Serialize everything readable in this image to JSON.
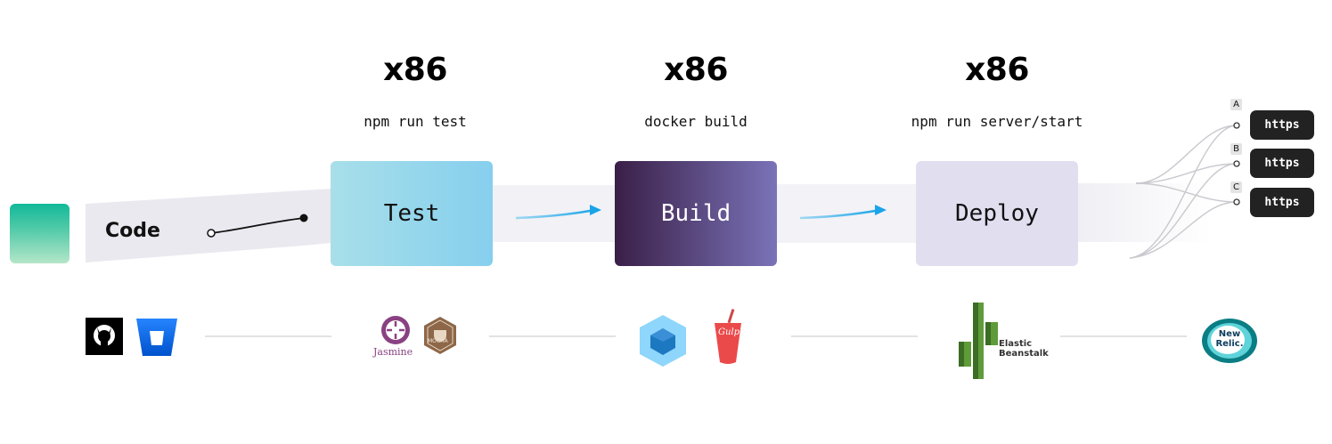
{
  "stages": [
    {
      "arch": "x86",
      "command": "npm run test",
      "label": "Test"
    },
    {
      "arch": "x86",
      "command": "docker build",
      "label": "Build"
    },
    {
      "arch": "x86",
      "command": "npm run server/start",
      "label": "Deploy"
    }
  ],
  "code": {
    "label": "Code"
  },
  "endpoints": [
    {
      "tag": "A",
      "label": "https"
    },
    {
      "tag": "B",
      "label": "https"
    },
    {
      "tag": "C",
      "label": "https"
    }
  ],
  "logos": {
    "github": "github-icon",
    "bitbucket": "bitbucket-icon",
    "jasmine": {
      "icon": "jasmine-icon",
      "label": "Jasmine"
    },
    "mocha": {
      "icon": "mocha-icon",
      "label": "MOCHA"
    },
    "webpack": "webpack-icon",
    "gulp": {
      "icon": "gulp-icon",
      "label": "Gulp"
    },
    "elastic_beanstalk": {
      "icon": "elastic-beanstalk-icon",
      "line1": "Elastic",
      "line2": "Beanstalk"
    },
    "new_relic": {
      "icon": "new-relic-icon",
      "line1": "New",
      "line2": "Relic."
    }
  },
  "colors": {
    "code_tile": "#12b99a",
    "test": "#86cfee",
    "build_start": "#3a1f47",
    "build_end": "#7a73b8",
    "deploy": "#e1def0",
    "arrow": "#1aa4e8"
  }
}
